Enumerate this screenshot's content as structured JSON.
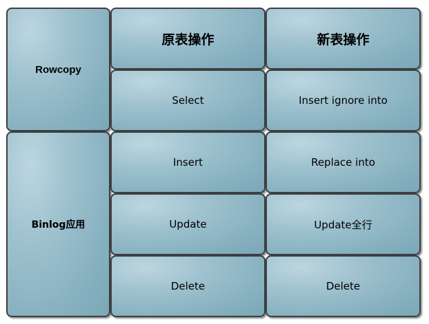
{
  "headers": {
    "old_table_ops": "原表操作",
    "new_table_ops": "新表操作"
  },
  "rows": {
    "rowcopy": {
      "label": "Rowcopy",
      "old_ops": [
        "Select"
      ],
      "new_ops": [
        "Insert ignore into"
      ]
    },
    "binlog": {
      "label": "Binlog应用",
      "old_ops": [
        "Insert",
        "Update",
        "Delete"
      ],
      "new_ops": [
        "Replace into",
        "Update全行",
        "Delete"
      ]
    }
  },
  "colors": {
    "cell_fill": "#9fc2cf",
    "cell_highlight": "#bcd6df",
    "cell_border": "#3c3f41",
    "text": "#000000"
  }
}
